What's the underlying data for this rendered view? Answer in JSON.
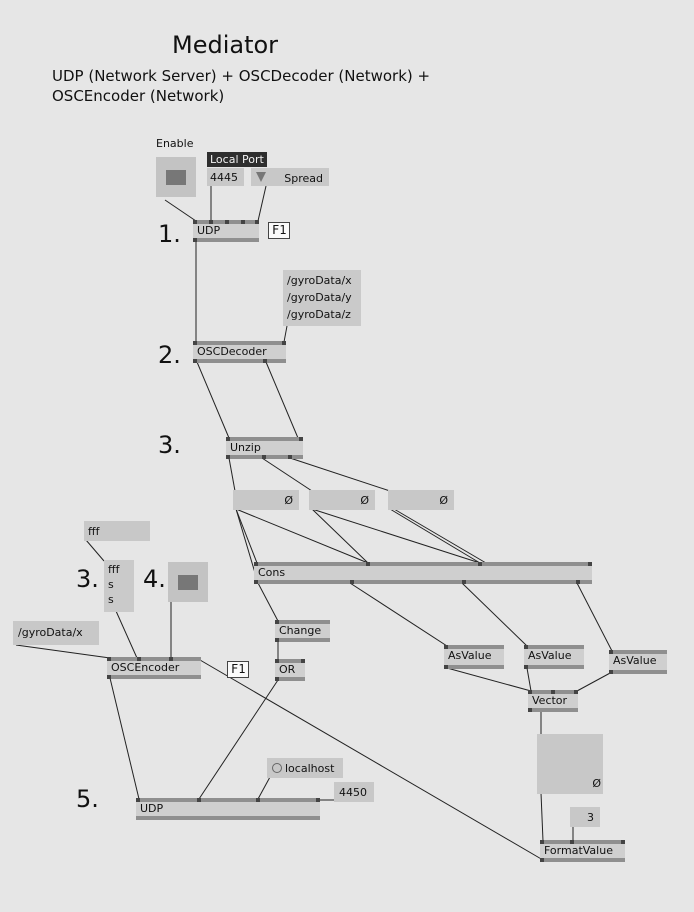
{
  "header": {
    "title": "Mediator",
    "subtitle_line1": "UDP (Network Server) + OSCDecoder (Network) +",
    "subtitle_line2": "OSCEncoder (Network)"
  },
  "steps": [
    "1.",
    "2.",
    "3.",
    "3.",
    "4.",
    "5."
  ],
  "enable_label": "Enable",
  "local_port": {
    "label": "Local Port",
    "value": "4445"
  },
  "spread": {
    "label": "Spread",
    "icon": "triangle-down-icon"
  },
  "f1_labels": [
    "F1",
    "F1"
  ],
  "addresses": [
    "/gyroData/x",
    "/gyroData/y",
    "/gyroData/z"
  ],
  "address_out": "/gyroData/x",
  "type_tag": "fff",
  "encoder_types": [
    "fff",
    "s",
    "s"
  ],
  "nodes": {
    "udp_in": "UDP",
    "osc_decoder": "OSCDecoder",
    "unzip": "Unzip",
    "cons": "Cons",
    "change": "Change",
    "or": "OR",
    "osc_encoder": "OSCEncoder",
    "udp_out": "UDP",
    "as_value_1": "AsValue",
    "as_value_2": "AsValue",
    "as_value_3": "AsValue",
    "vector": "Vector",
    "format_value": "FormatValue"
  },
  "ionodes": {
    "unzip_out_1": "Ø",
    "unzip_out_2": "Ø",
    "unzip_out_3": "Ø",
    "vector_out": "Ø",
    "precision": "3",
    "host": "localhost",
    "remote_port": "4450"
  },
  "colors": {
    "background": "#e6e6e6",
    "node": "#cfcfcf",
    "pin": "#444444",
    "wire": "#222222"
  }
}
